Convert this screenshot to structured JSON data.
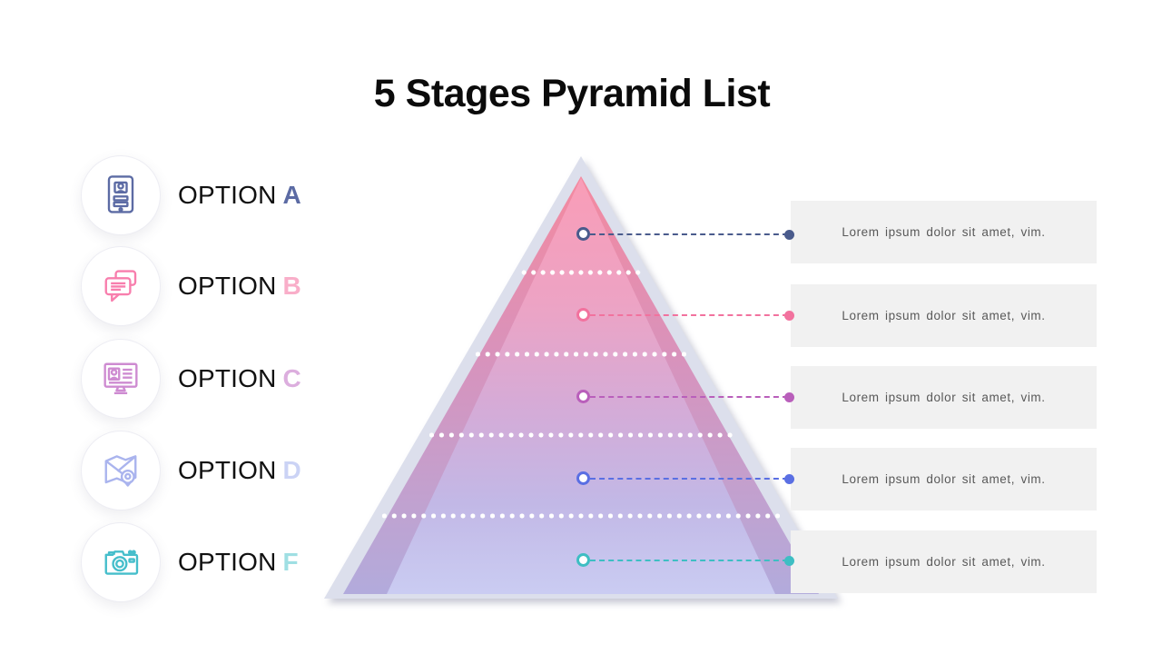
{
  "title": "5 Stages Pyramid List",
  "theme": {
    "pyr-outer": "#dcdfec",
    "pyr-mid-top": "#f4899f",
    "pyr-mid-bottom": "#b2abdc",
    "pyr-top": "#f99db7",
    "pyr-bottom": "#caccf2",
    "box-bg": "#f1f1f1",
    "text-gray": "#595959"
  },
  "options": [
    {
      "label": "OPTION",
      "letter": "A",
      "letter_color": "#5c6ba4",
      "icon": "contact-tablet-icon",
      "icon_color": "#5c6ba4",
      "line_color": "#4a5b8c",
      "description": "Lorem ipsum dolor sit amet, vim."
    },
    {
      "label": "OPTION",
      "letter": "B",
      "letter_color": "#f9aec9",
      "icon": "chat-bubbles-icon",
      "icon_color": "#f87ead",
      "line_color": "#f2729e",
      "description": "Lorem ipsum dolor sit amet, vim."
    },
    {
      "label": "OPTION",
      "letter": "C",
      "letter_color": "#dcaede",
      "icon": "contact-monitor-icon",
      "icon_color": "#ce8bd1",
      "line_color": "#b95fbb",
      "description": "Lorem ipsum dolor sit amet, vim."
    },
    {
      "label": "OPTION",
      "letter": "D",
      "letter_color": "#cbd3f5",
      "icon": "map-pin-icon",
      "icon_color": "#aab4ee",
      "line_color": "#5a6fe3",
      "description": "Lorem ipsum dolor sit amet, vim."
    },
    {
      "label": "OPTION",
      "letter": "F",
      "letter_color": "#9fdfe3",
      "icon": "camera-icon",
      "icon_color": "#45becb",
      "line_color": "#3ebec3",
      "description": "Lorem ipsum dolor sit amet, vim."
    }
  ]
}
